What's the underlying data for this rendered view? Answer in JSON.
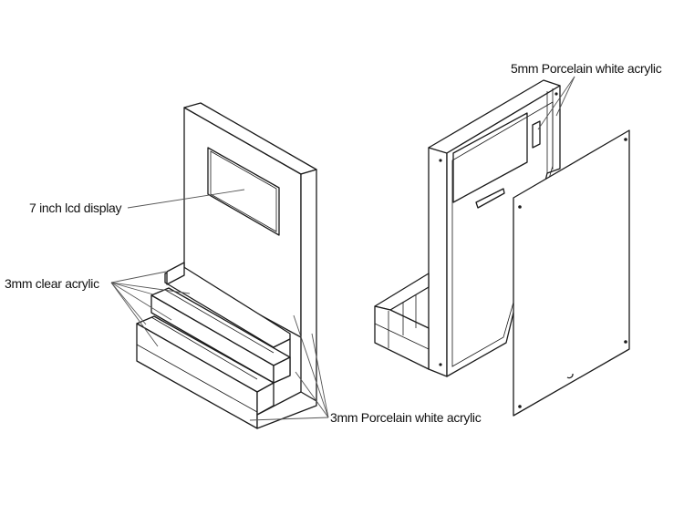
{
  "labels": {
    "lcd": "7 inch lcd display",
    "clear": "3mm clear acrylic",
    "white3": "3mm Porcelain white acrylic",
    "white5": "5mm Porcelain white acrylic"
  },
  "colors": {
    "line": "#1a1a1a",
    "leader": "#555555",
    "background": "#ffffff"
  }
}
